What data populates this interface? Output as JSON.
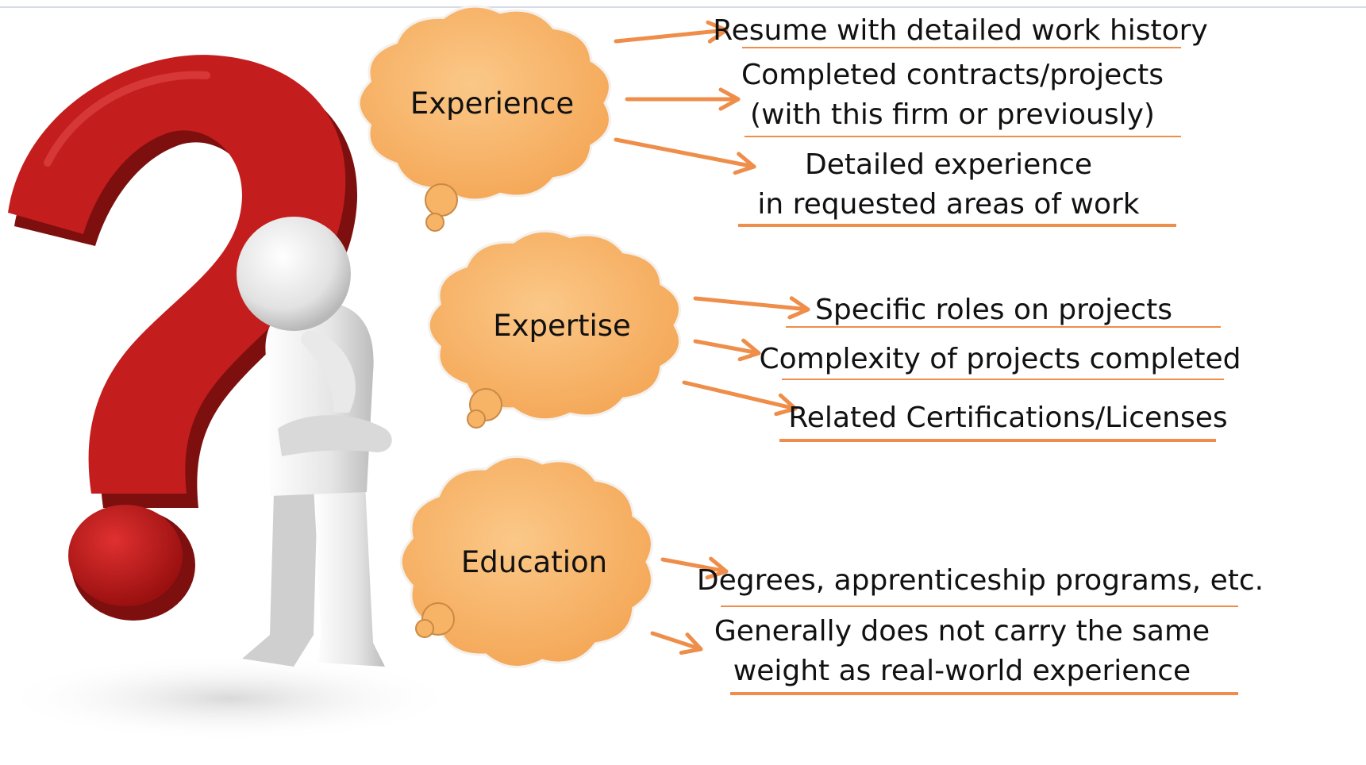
{
  "colors": {
    "cloud_fill": "#f7b366",
    "cloud_stroke": "#f4f0ec",
    "arrow": "#ee8e4a",
    "underline": "#ee8e4a",
    "question_mark": "#c41d1d",
    "question_mark_shadow": "#7d0f0f",
    "figure": "#e4e4e4"
  },
  "illustration": {
    "question_mark_icon": "question-mark-icon",
    "figure_icon": "thinking-person-icon"
  },
  "groups": [
    {
      "label": "Experience",
      "items": [
        {
          "lines": [
            "Resume with detailed work history"
          ]
        },
        {
          "lines": [
            "Completed contracts/projects",
            "(with this firm or previously)"
          ]
        },
        {
          "lines": [
            "Detailed experience",
            "in requested areas of work"
          ]
        }
      ]
    },
    {
      "label": "Expertise",
      "items": [
        {
          "lines": [
            "Specific roles on projects"
          ]
        },
        {
          "lines": [
            "Complexity of projects completed"
          ]
        },
        {
          "lines": [
            "Related Certifications/Licenses"
          ]
        }
      ]
    },
    {
      "label": "Education",
      "items": [
        {
          "lines": [
            "Degrees, apprenticeship programs, etc."
          ]
        },
        {
          "lines": [
            "Generally does not carry the same",
            "weight as real-world experience"
          ]
        }
      ]
    }
  ]
}
